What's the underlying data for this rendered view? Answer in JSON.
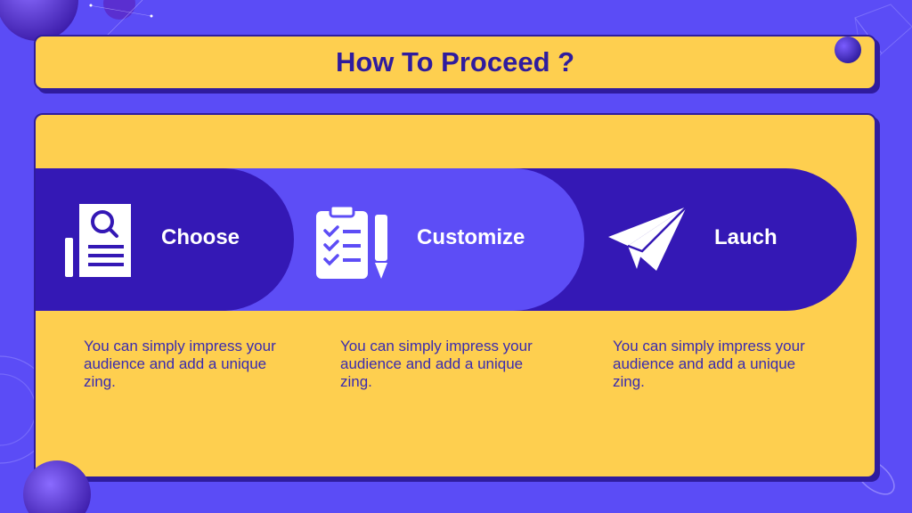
{
  "colors": {
    "background": "#5b4cf6",
    "yellow": "#fecf4f",
    "dark_purple": "#3418b5",
    "mid_purple": "#5d4df6",
    "title_text": "#2f1c9e",
    "desc_text": "#3a2bb0"
  },
  "header": {
    "title": "How To Proceed ?"
  },
  "steps": [
    {
      "label": "Choose",
      "icon": "document-search-icon",
      "description": "You can simply impress your audience and add a unique zing."
    },
    {
      "label": "Customize",
      "icon": "clipboard-checklist-icon",
      "description": "You can simply impress your audience and add a unique zing."
    },
    {
      "label": "Lauch",
      "icon": "paper-plane-icon",
      "description": "You can simply impress your audience and add a unique zing."
    }
  ]
}
